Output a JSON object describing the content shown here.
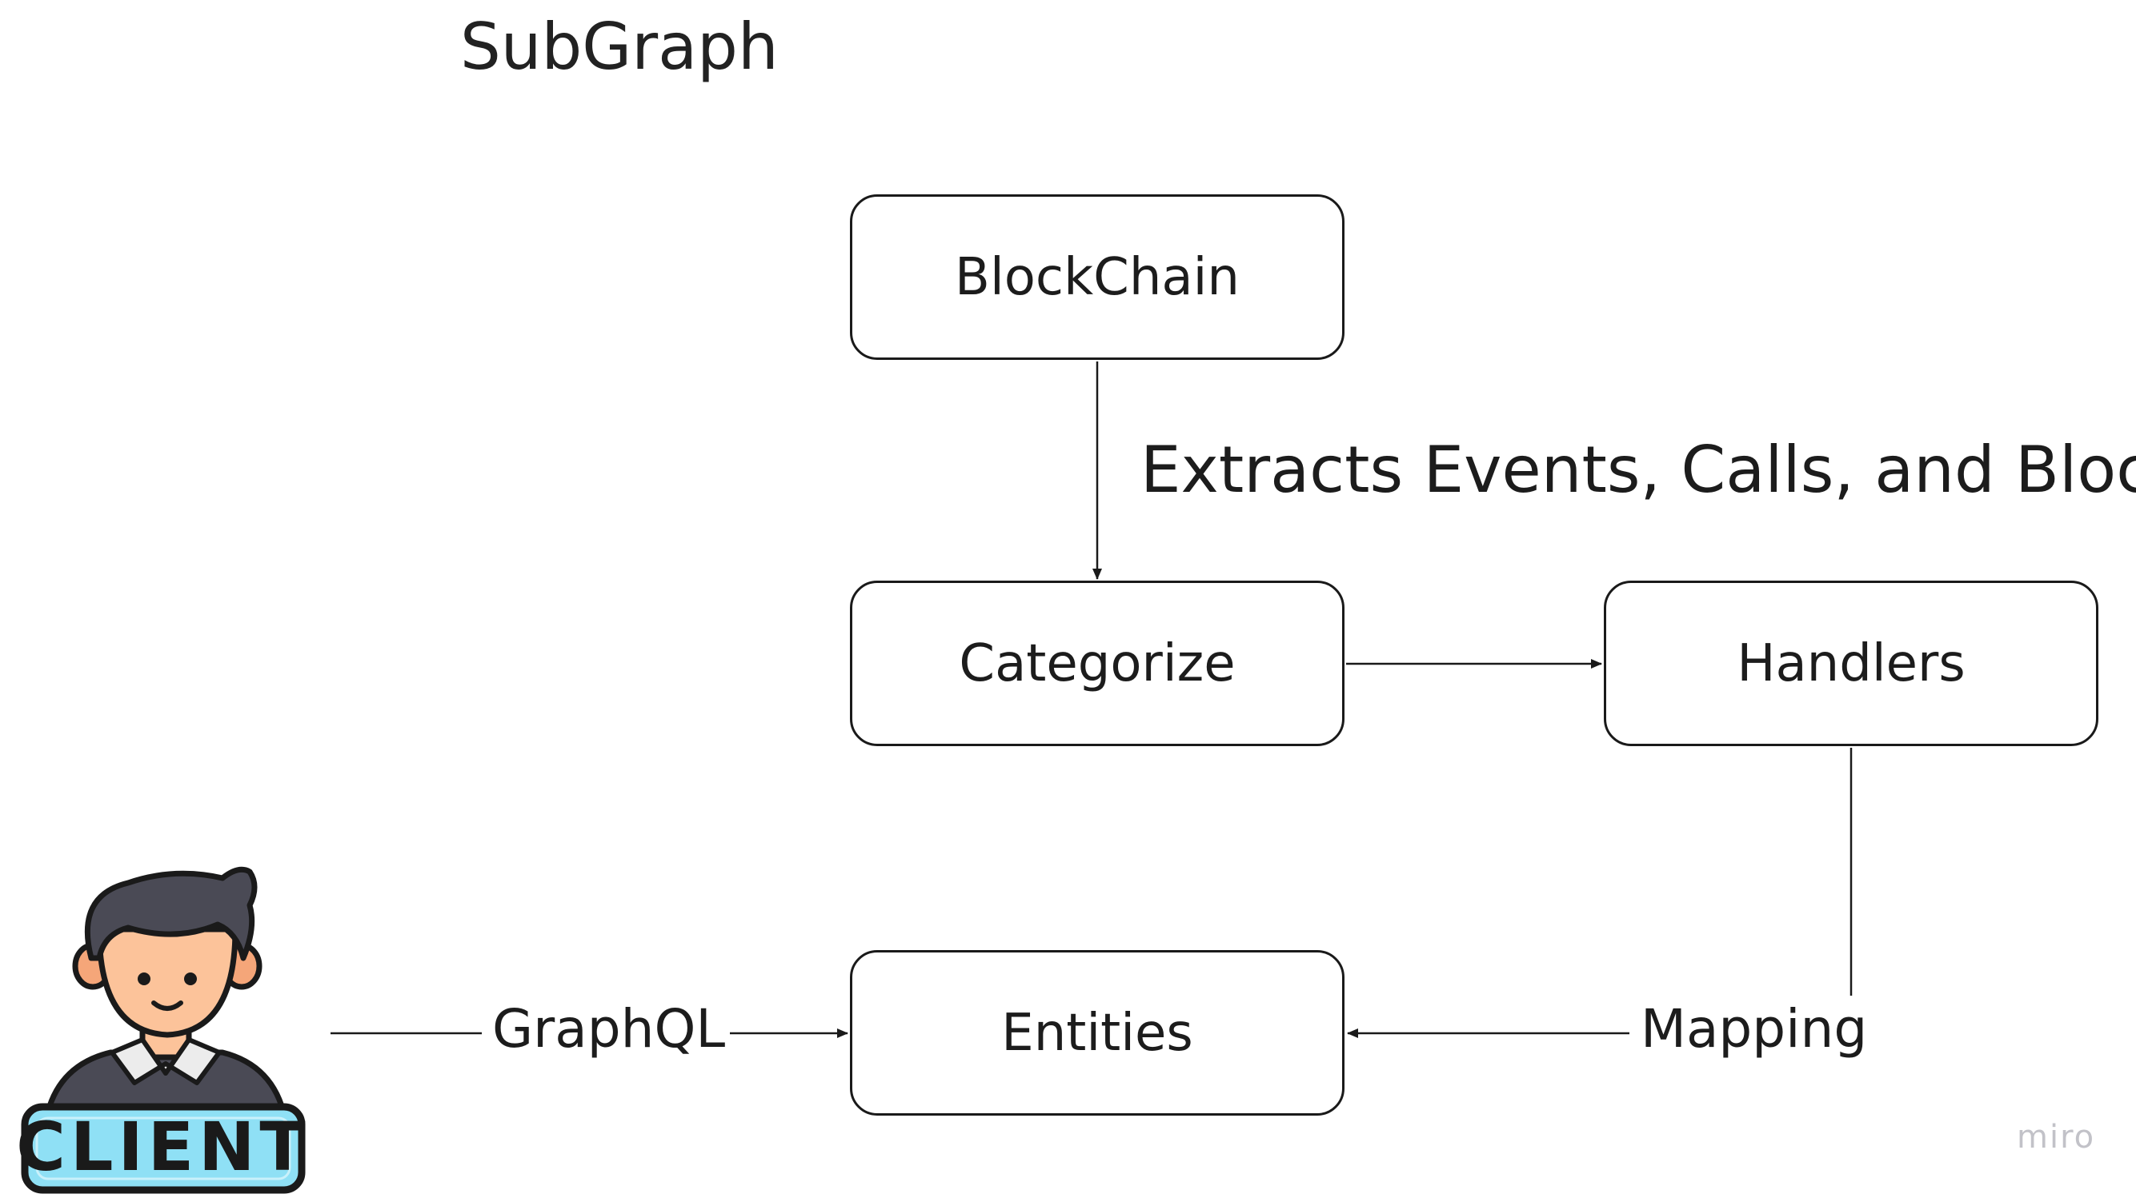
{
  "title": "SubGraph",
  "nodes": {
    "blockchain": "BlockChain",
    "categorize": "Categorize",
    "handlers": "Handlers",
    "entities": "Entities"
  },
  "edge_labels": {
    "extracts": "Extracts Events, Calls, and Blocks",
    "graphql": "GraphQL",
    "mapping": "Mapping"
  },
  "client": {
    "badge": "CLIENT",
    "icon": "client-person-icon"
  },
  "brand": "miro",
  "colors": {
    "line": "#1a1a1a",
    "skin": "#fcc39a",
    "hair": "#4a4a55",
    "shirt": "#4a4a55",
    "badge_fill": "#8fe0f5",
    "brand_text": "#c2c2c8"
  }
}
